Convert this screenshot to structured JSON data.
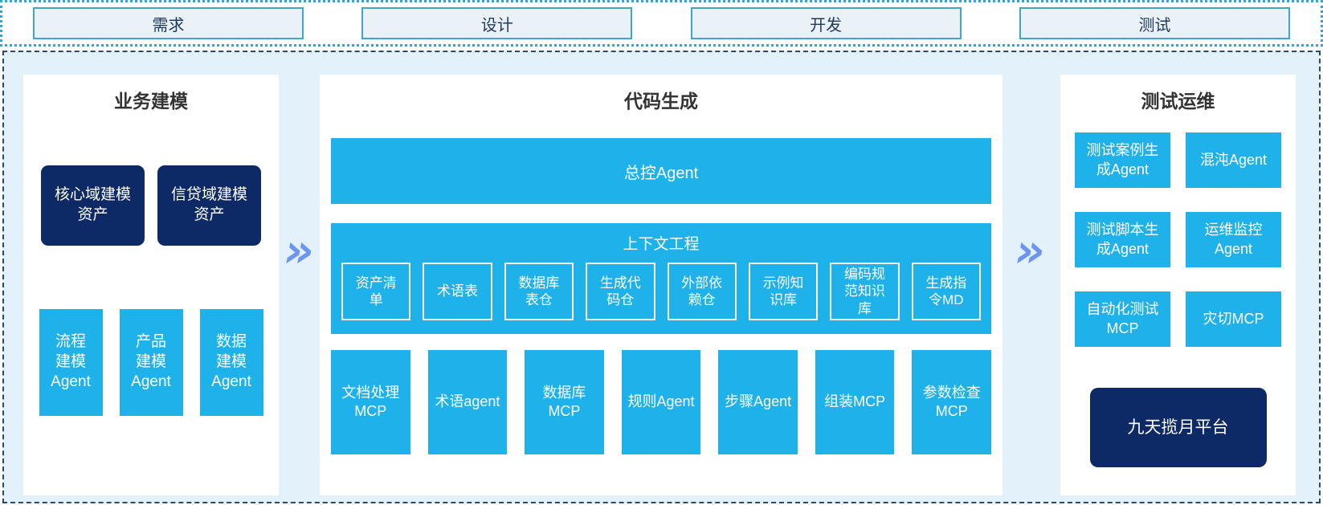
{
  "colors": {
    "cyan_box": "#1FB2EA",
    "navy_box": "#0D2A66",
    "panel_background": "#E3F1FA",
    "chevron": "#6B95F0",
    "phase_box_fill": "#EAF2F8",
    "phase_box_border": "#3EA6CB",
    "dotted_border": "#2AA8D0",
    "dashed_border": "#2A4A68"
  },
  "chevron_glyph": "»",
  "top_phases": [
    "需求",
    "设计",
    "开发",
    "测试"
  ],
  "sections": {
    "business_modeling": {
      "title": "业务建模",
      "asset_boxes": [
        "核心域建模\n资产",
        "信贷域建模\n资产"
      ],
      "agent_boxes": [
        "流程\n建模\nAgent",
        "产品\n建模\nAgent",
        "数据\n建模\nAgent"
      ]
    },
    "code_generation": {
      "title": "代码生成",
      "master_agent": "总控Agent",
      "context_engineering": {
        "title": "上下文工程",
        "items": [
          "资产清\n单",
          "术语表",
          "数据库\n表仓",
          "生成代\n码仓",
          "外部依\n赖仓",
          "示例知\n识库",
          "编码规\n范知识\n库",
          "生成指\n令MD"
        ]
      },
      "tool_boxes": [
        "文档处理\nMCP",
        "术语agent",
        "数据库\nMCP",
        "规则Agent",
        "步骤Agent",
        "组装MCP",
        "参数检查\nMCP"
      ]
    },
    "test_ops": {
      "title": "测试运维",
      "grid_boxes": [
        "测试案例生\n成Agent",
        "混沌Agent",
        "测试脚本生\n成Agent",
        "运维监控\nAgent",
        "自动化测试\nMCP",
        "灾切MCP"
      ],
      "platform": "九天揽月平台"
    }
  }
}
